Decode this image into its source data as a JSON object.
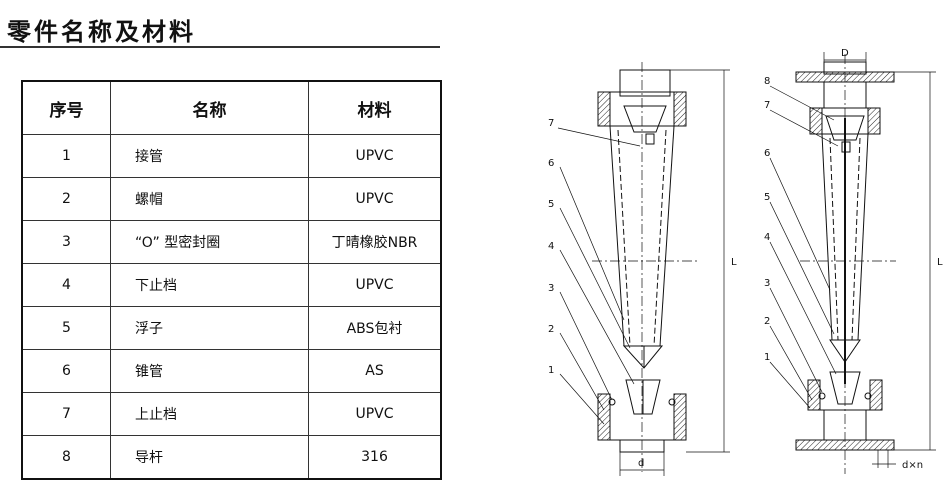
{
  "title": "零件名称及材料",
  "table": {
    "headers": [
      "序号",
      "名称",
      "材料"
    ],
    "rows": [
      {
        "idx": "1",
        "name": "接管",
        "material": "UPVC"
      },
      {
        "idx": "2",
        "name": "螺帽",
        "material": "UPVC"
      },
      {
        "idx": "3",
        "name": "“O” 型密封圈",
        "material": "丁晴橡胶NBR"
      },
      {
        "idx": "4",
        "name": "下止档",
        "material": "UPVC"
      },
      {
        "idx": "5",
        "name": "浮子",
        "material": "ABS包衬"
      },
      {
        "idx": "6",
        "name": "锥管",
        "material": "AS"
      },
      {
        "idx": "7",
        "name": "上止档",
        "material": "UPVC"
      },
      {
        "idx": "8",
        "name": "导杆",
        "material": "316"
      }
    ]
  },
  "diagram_left": {
    "callouts": [
      "7",
      "6",
      "5",
      "4",
      "3",
      "2",
      "1"
    ],
    "dim_length": "L",
    "dim_diameter": "d"
  },
  "diagram_right": {
    "callouts": [
      "8",
      "7",
      "6",
      "5",
      "4",
      "3",
      "2",
      "1"
    ],
    "dim_length": "L",
    "dim_top": "D",
    "dim_bottom": "d×n"
  }
}
